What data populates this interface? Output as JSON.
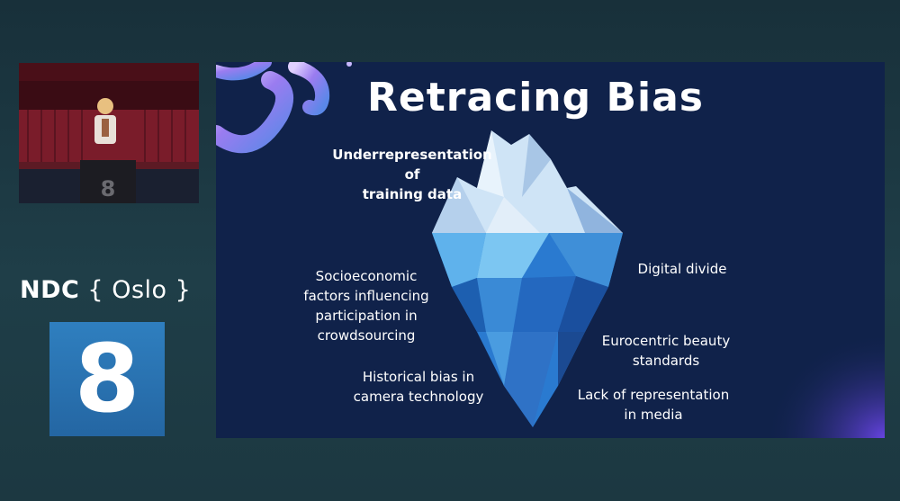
{
  "brand": {
    "name": "NDC",
    "city": "Oslo",
    "room": "8"
  },
  "speaker_feed": {
    "podium_number": "8"
  },
  "slide": {
    "title": "Retracing Bias",
    "tip_label": [
      "Underrepresentation of",
      "training data"
    ],
    "left_labels": [
      [
        "Socioeconomic",
        "factors influencing",
        "participation in",
        "crowdsourcing"
      ],
      [
        "Historical bias in",
        "camera technology"
      ]
    ],
    "right_labels": [
      [
        "Digital divide"
      ],
      [
        "Eurocentric beauty",
        "standards"
      ],
      [
        "Lack of representation",
        "in media"
      ]
    ]
  }
}
